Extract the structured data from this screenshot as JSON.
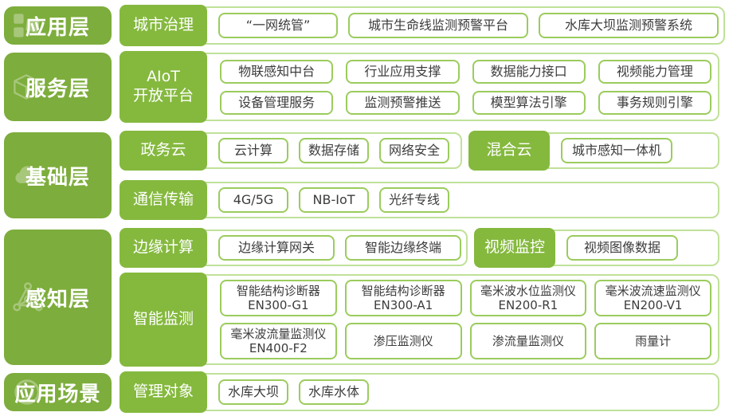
{
  "colors": {
    "layer_green": "#7dad3c",
    "label_green": "#85b93e",
    "panel_border": "#c0e199",
    "box_border": "#9bcc5d",
    "box_text": "#3c3c3c"
  },
  "layers": [
    {
      "label": "应用层",
      "icon": "app-blocks-icon"
    },
    {
      "label": "服务层",
      "icon": "cube-icon"
    },
    {
      "label": "基础层",
      "icon": "cloud-icon"
    },
    {
      "label": "感知层",
      "icon": "network-icon"
    },
    {
      "label": "应用场景",
      "icon": "scene-icon"
    }
  ],
  "rows": {
    "city_governance": {
      "label": "城市治理",
      "boxes": [
        "“一网统管”",
        "城市生命线监测预警平台",
        "水库大坝监测预警系统"
      ]
    },
    "aiot": {
      "label": "AIoT\n开放平台",
      "boxes": [
        "物联感知中台",
        "行业应用支撑",
        "数据能力接口",
        "视频能力管理",
        "设备管理服务",
        "监测预警推送",
        "模型算法引擎",
        "事务规则引擎"
      ]
    },
    "gov_cloud": {
      "label": "政务云",
      "boxes": [
        "云计算",
        "数据存储",
        "网络安全"
      ]
    },
    "hybrid_cloud": {
      "label": "混合云",
      "boxes": [
        "城市感知一体机"
      ]
    },
    "comm": {
      "label": "通信传输",
      "boxes": [
        "4G/5G",
        "NB-IoT",
        "光纤专线"
      ]
    },
    "edge": {
      "label": "边缘计算",
      "boxes": [
        "边缘计算网关",
        "智能边缘终端"
      ]
    },
    "video": {
      "label": "视频监控",
      "boxes": [
        "视频图像数据"
      ]
    },
    "monitor": {
      "label": "智能监测",
      "boxes": [
        "智能结构诊断器\nEN300-G1",
        "智能结构诊断器\nEN300-A1",
        "毫米波水位监测仪\nEN200-R1",
        "毫米波流速监测仪\nEN200-V1",
        "毫米波流量监测仪\nEN400-F2",
        "渗压监测仪",
        "渗流量监测仪",
        "雨量计"
      ]
    },
    "target": {
      "label": "管理对象",
      "boxes": [
        "水库大坝",
        "水库水体"
      ]
    }
  }
}
